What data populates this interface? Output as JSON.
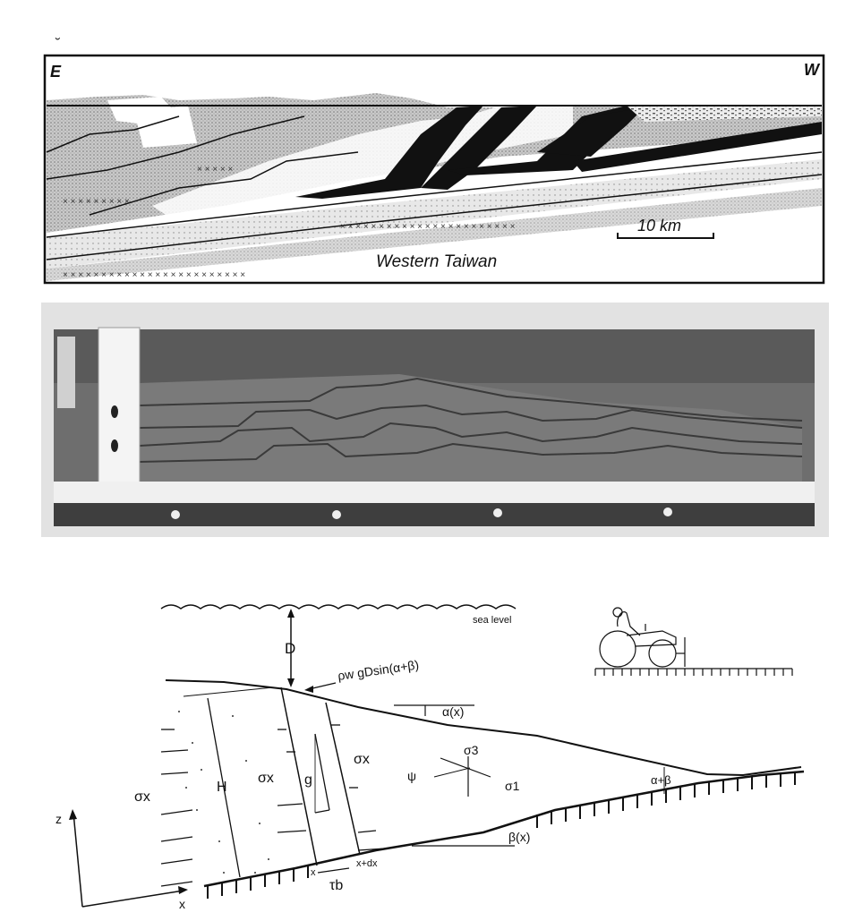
{
  "figure": {
    "panel_a": {
      "type": "cross-section",
      "left_label": "E",
      "right_label": "W",
      "region_label": "Western Taiwan",
      "scale_bar_label": "10 km",
      "corner_mark": "˘"
    },
    "panel_b": {
      "type": "photograph",
      "description": "sandbox model of fold-and-thrust belt"
    },
    "panel_c": {
      "type": "wedge-mechanics-diagram",
      "sea_level_label": "sea level",
      "depth_label": "D",
      "water_pressure_label": "ρw gDsin(α+β)",
      "water_pressure_sub": "w",
      "surface_slope_label": "α(x)",
      "base_slope_label": "β(x)",
      "taper_label": "α+β",
      "thickness_label": "H",
      "gravity_label": "g",
      "stress_x_label": "σx",
      "stress_1_label": "σ1",
      "stress_3_label": "σ3",
      "psi_label": "ψ",
      "basal_shear_label": "τb",
      "x_pos_label": "x",
      "x_dx_label": "x+dx",
      "axis_x_label": "x",
      "axis_z_label": "z"
    }
  }
}
